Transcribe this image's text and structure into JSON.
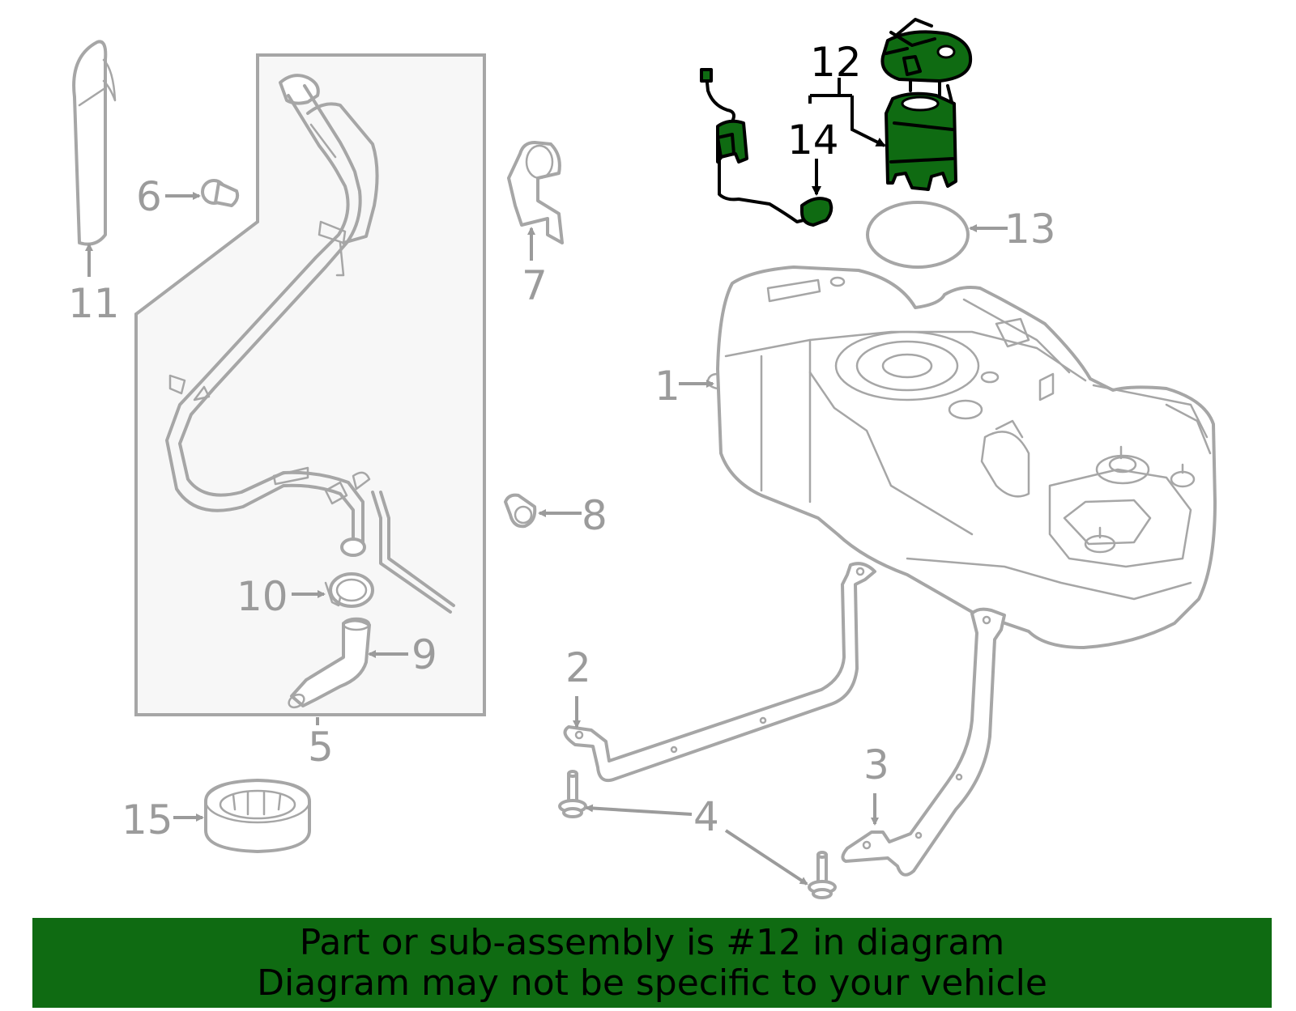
{
  "banner": {
    "line1": "Part or sub-assembly is #12 in diagram",
    "line2": "Diagram may not be specific to your vehicle",
    "color": "#0f6b12"
  },
  "highlight_color": "#0f6b12",
  "highlighted_part": "12",
  "callouts": {
    "c1": "1",
    "c2": "2",
    "c3": "3",
    "c4": "4",
    "c5": "5",
    "c6": "6",
    "c7": "7",
    "c8": "8",
    "c9": "9",
    "c10": "10",
    "c11": "11",
    "c12": "12",
    "c13": "13",
    "c14": "14",
    "c15": "15"
  }
}
